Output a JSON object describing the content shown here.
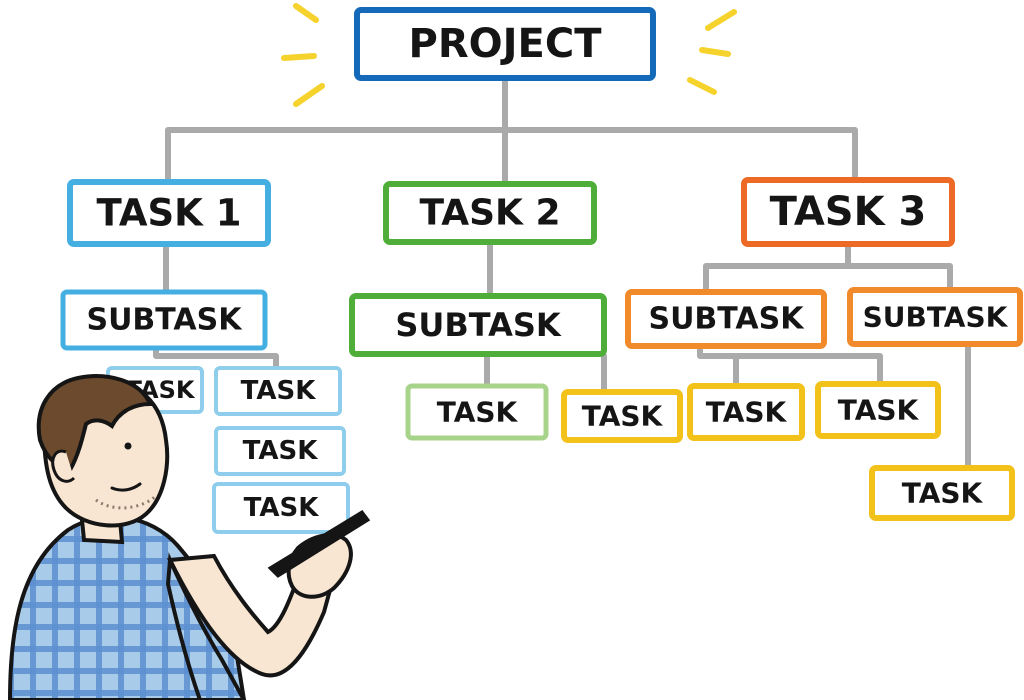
{
  "colors": {
    "project": "#1469b8",
    "task1": "#46afe2",
    "task1_light": "#8fcdec",
    "task2": "#4fae3a",
    "task2_light": "#a8d38a",
    "task3": "#ec6a26",
    "task3_sub": "#f18a2a",
    "task3_leaf": "#f2c21a",
    "connector": "#aaaaaa",
    "sparkle": "#f5d22c",
    "ink": "#151515"
  },
  "diagram": {
    "root": {
      "label": "PROJECT"
    },
    "task1": {
      "label": "TASK 1",
      "subtask": "SUBTASK",
      "leaves": [
        "TASK",
        "TASK",
        "TASK",
        "TASK"
      ]
    },
    "task2": {
      "label": "TASK 2",
      "subtask": "SUBTASK",
      "leaves": [
        "TASK"
      ]
    },
    "task3": {
      "label": "TASK 3",
      "subtasks": [
        {
          "label": "SUBTASK",
          "leaves": [
            "TASK",
            "TASK",
            "TASK"
          ]
        },
        {
          "label": "SUBTASK",
          "leaves": [
            "TASK"
          ]
        }
      ]
    }
  },
  "illustration": {
    "person": "person-drawing-icon",
    "pen": "pen-icon"
  }
}
